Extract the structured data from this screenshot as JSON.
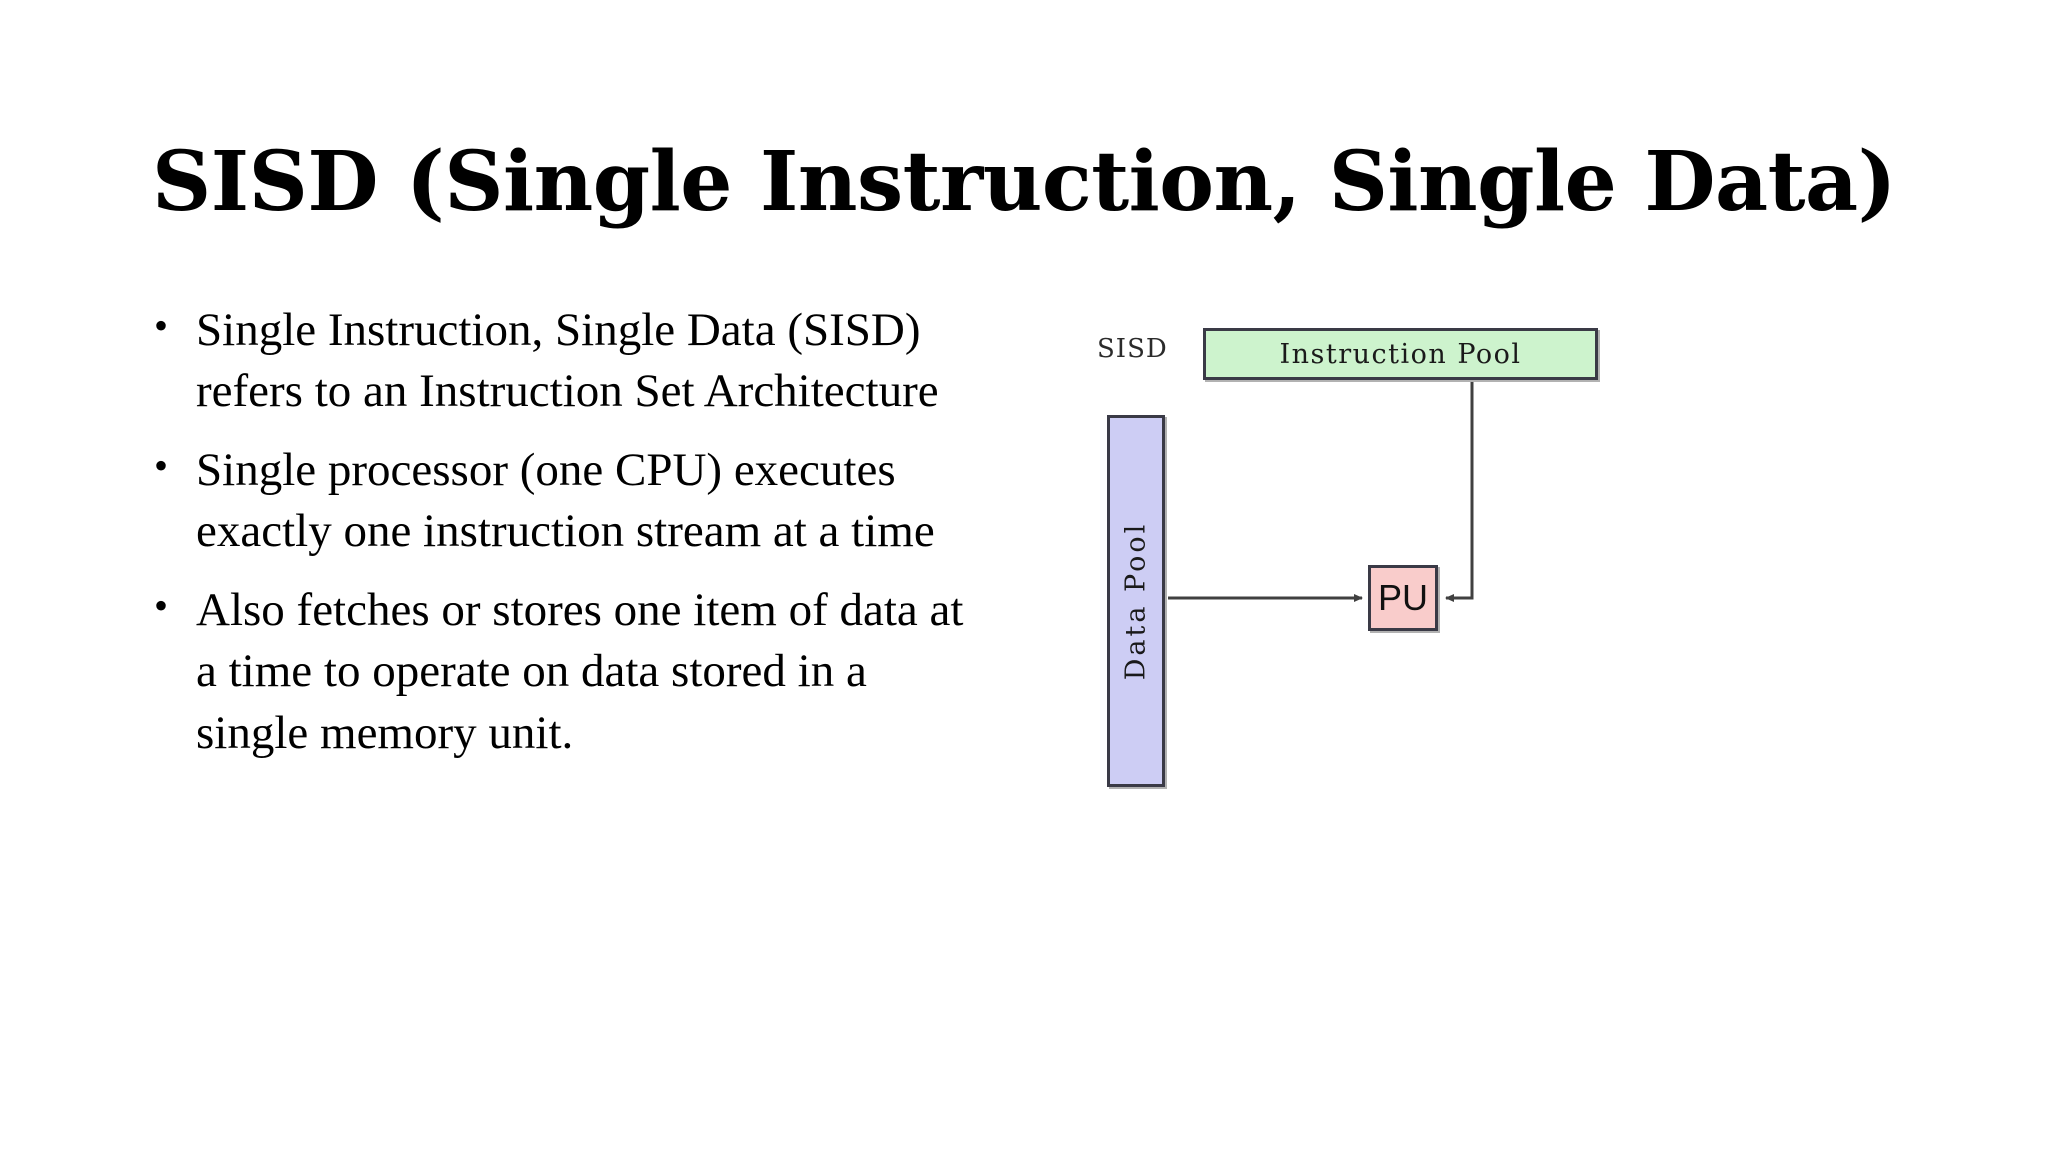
{
  "slide": {
    "title": "SISD (Single Instruction, Single Data)",
    "background_color": "#ffffff"
  },
  "bullets": [
    {
      "marker": "•",
      "text": "Single Instruction, Single Data (SISD) refers to an Instruction Set Architecture"
    },
    {
      "marker": "•",
      "text": "Single processor (one CPU) executes exactly one instruction stream at a time"
    },
    {
      "marker": "•",
      "text": "Also fetches or stores one item of data at a time to operate on data stored in a single memory unit."
    }
  ],
  "diagram": {
    "label": "SISD",
    "instruction_pool": {
      "label": "Instruction Pool",
      "fill_color": "#cdf3cd",
      "border_color": "#3a3a46"
    },
    "data_pool": {
      "label": "Data Pool",
      "fill_color": "#cdcdf4",
      "border_color": "#3a3a46"
    },
    "processing_unit": {
      "label": "PU",
      "fill_color": "#f9cccb",
      "border_color": "#3a3a46"
    },
    "connectors": [
      {
        "name": "data-pool-to-pu",
        "from": "Data Pool",
        "to": "PU",
        "direction": "right"
      },
      {
        "name": "instruction-pool-to-pu",
        "from": "Instruction Pool",
        "to": "PU",
        "direction": "down-then-left"
      }
    ],
    "line_color": "#404040"
  }
}
